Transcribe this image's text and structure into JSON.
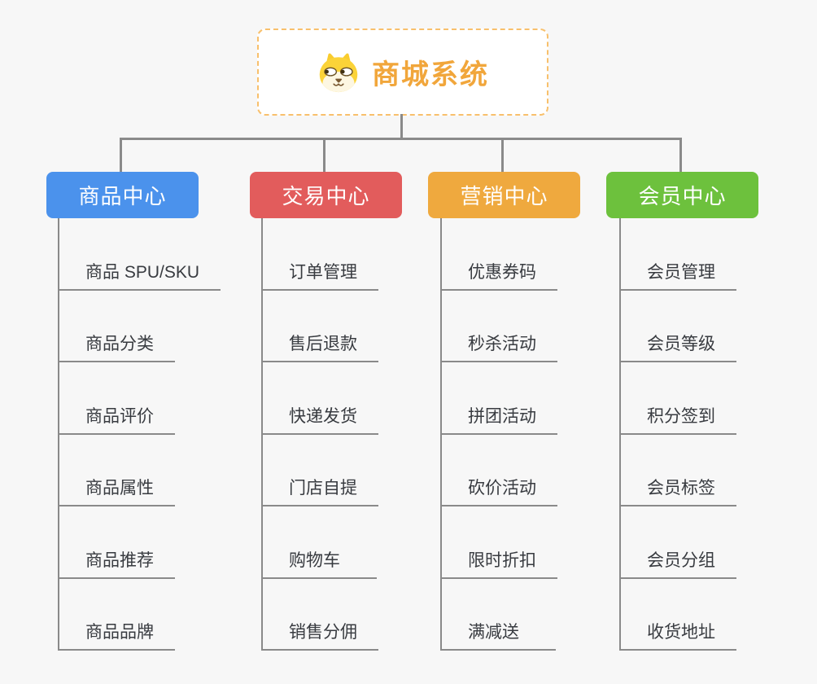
{
  "root": {
    "title": "商城系统",
    "icon": "dog-face-icon"
  },
  "colors": {
    "background": "#f7f7f7",
    "root_border": "#F8C06C",
    "root_text": "#F1A63B",
    "connector": "#8A8A8A",
    "leaf_text": "#383b40",
    "branch_product": "#4B92EC",
    "branch_trade": "#E25C5C",
    "branch_marketing": "#EFA93E",
    "branch_member": "#6DC13D"
  },
  "branches": [
    {
      "label": "商品中心",
      "color": "#4B92EC",
      "children": [
        "商品 SPU/SKU",
        "商品分类",
        "商品评价",
        "商品属性",
        "商品推荐",
        "商品品牌"
      ]
    },
    {
      "label": "交易中心",
      "color": "#E25C5C",
      "children": [
        "订单管理",
        "售后退款",
        "快递发货",
        "门店自提",
        "购物车",
        "销售分佣"
      ]
    },
    {
      "label": "营销中心",
      "color": "#EFA93E",
      "children": [
        "优惠券码",
        "秒杀活动",
        "拼团活动",
        "砍价活动",
        "限时折扣",
        "满减送"
      ]
    },
    {
      "label": "会员中心",
      "color": "#6DC13D",
      "children": [
        "会员管理",
        "会员等级",
        "积分签到",
        "会员标签",
        "会员分组",
        "收货地址"
      ]
    }
  ]
}
